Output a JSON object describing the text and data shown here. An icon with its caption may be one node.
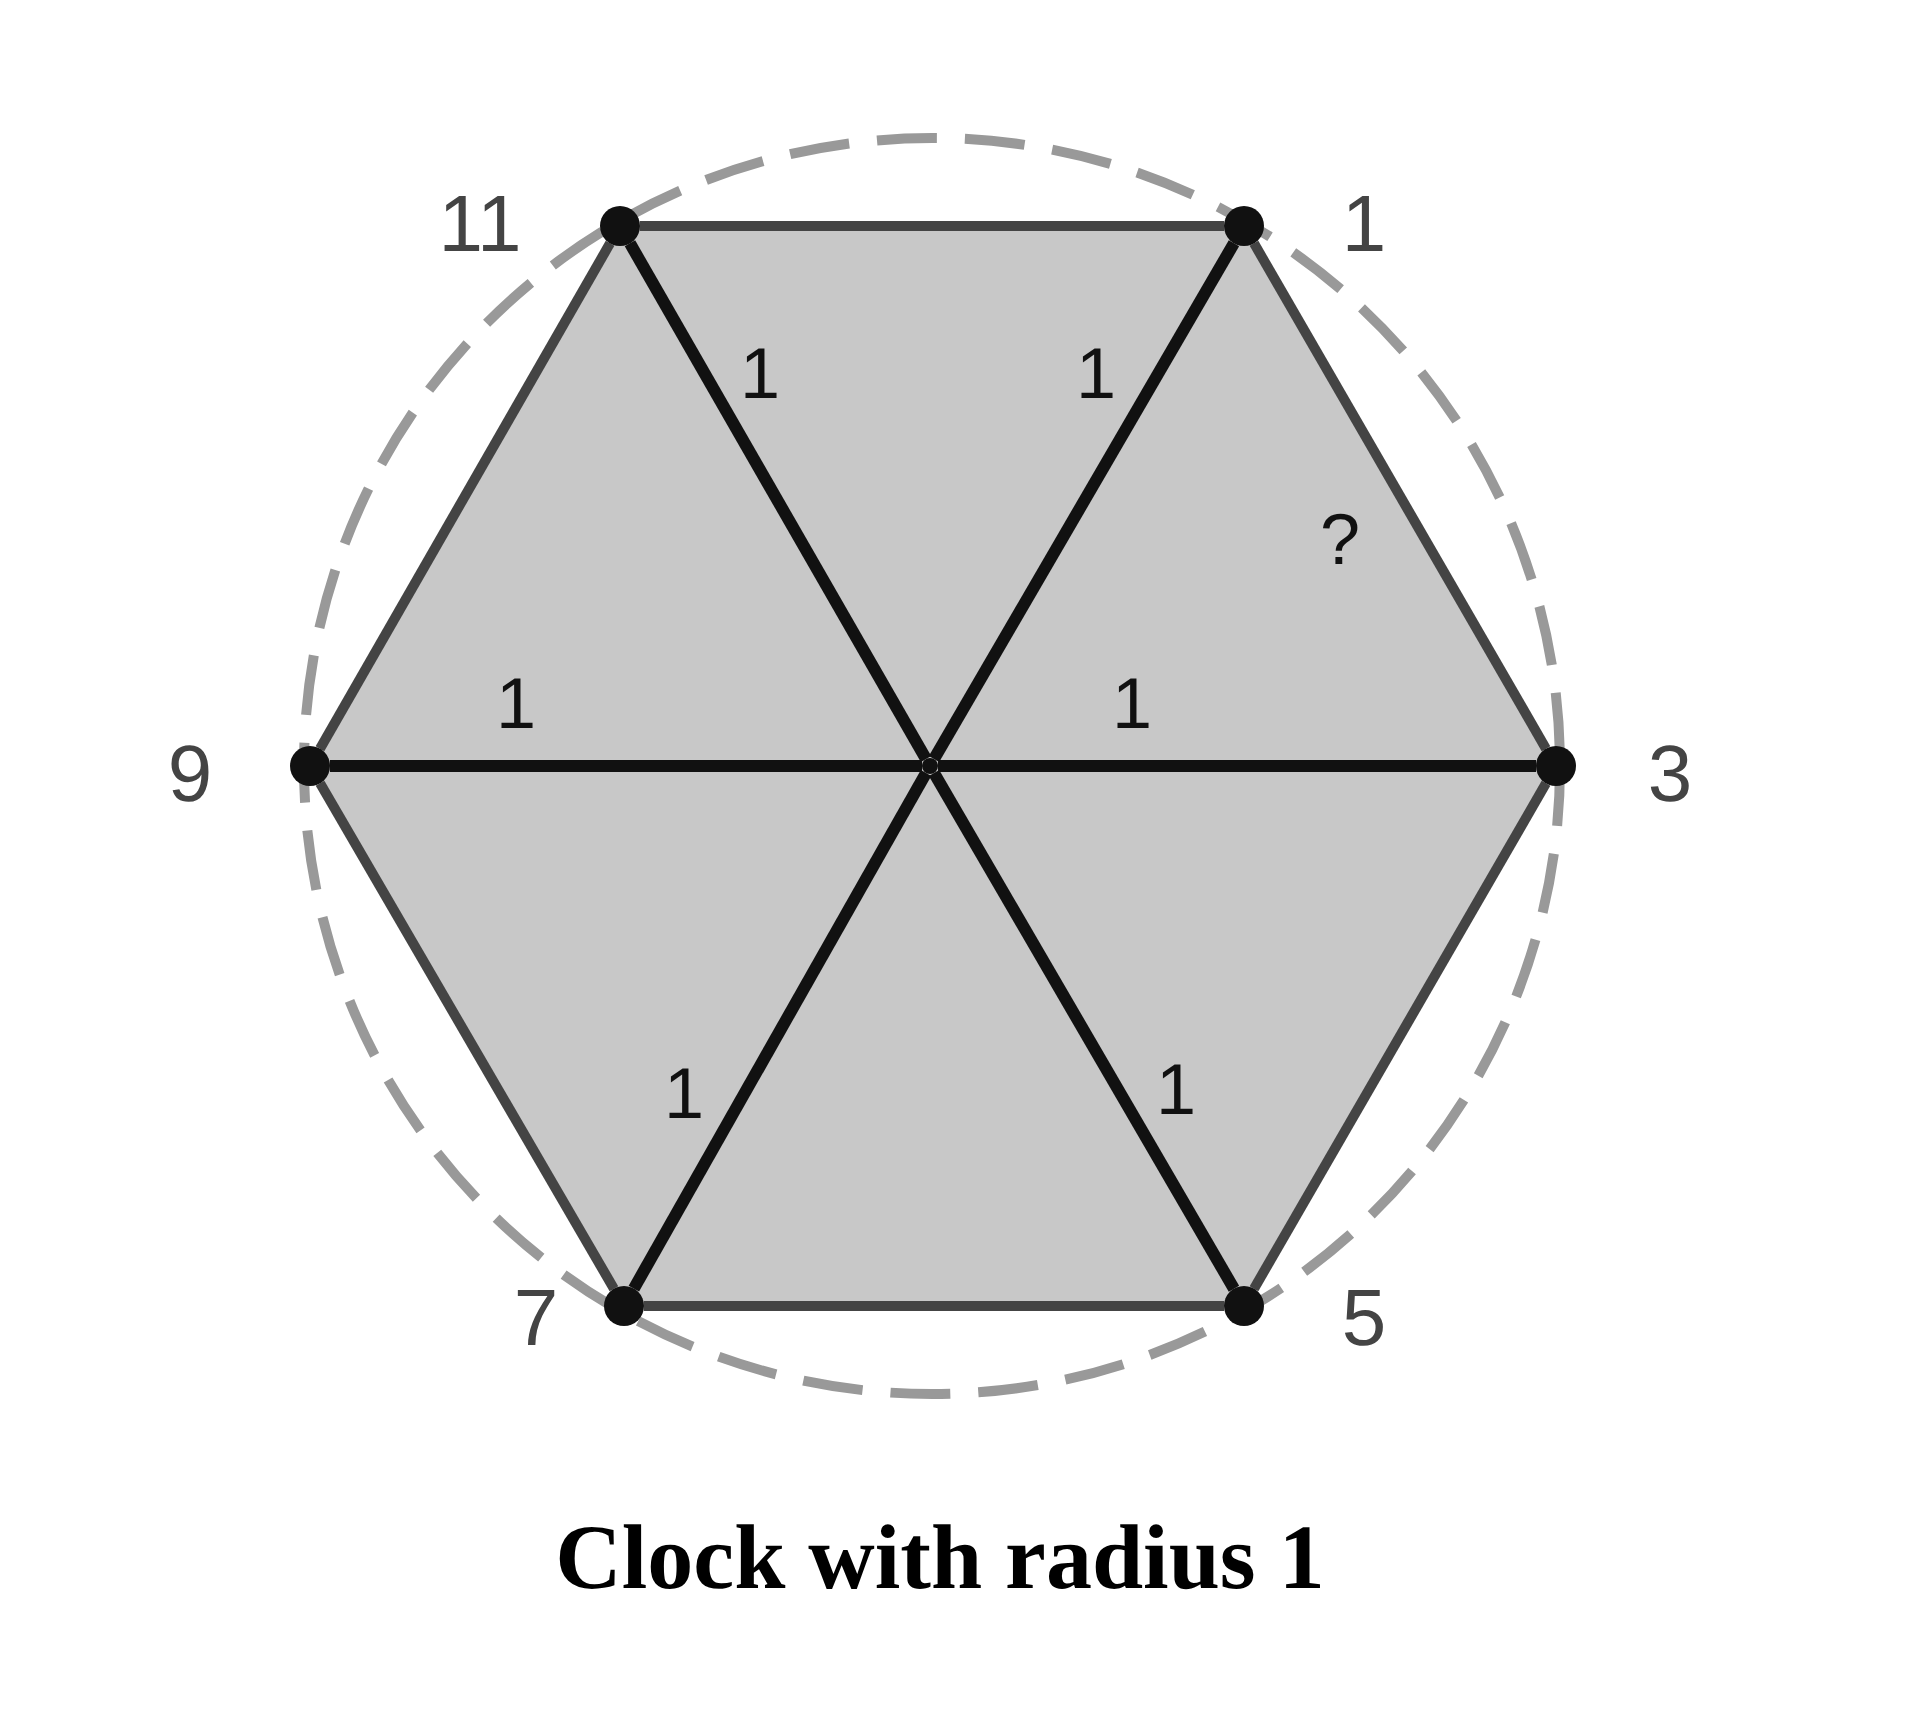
{
  "diagram": {
    "caption": "Clock with radius 1",
    "nodes": [
      {
        "text": [],
        "shape": "circle",
        "beside": [
          "11"
        ]
      },
      {
        "text": [],
        "shape": "circle",
        "beside": [
          "1"
        ]
      },
      {
        "text": [],
        "shape": "circle",
        "beside": [
          "9"
        ]
      },
      {
        "text": [],
        "shape": "circle"
      },
      {
        "text": [],
        "shape": "circle",
        "beside": [
          "3"
        ]
      },
      {
        "text": [],
        "shape": "circle",
        "beside": [
          "7"
        ]
      },
      {
        "text": [],
        "shape": "circle",
        "beside": [
          "5"
        ]
      }
    ],
    "edges": [
      {
        "from": 3,
        "to": 0,
        "arrow": "none",
        "label": "1"
      },
      {
        "from": 3,
        "to": 1,
        "arrow": "none",
        "label": "1"
      },
      {
        "from": 3,
        "to": 2,
        "arrow": "none",
        "label": "1"
      },
      {
        "from": 3,
        "to": 4,
        "arrow": "none",
        "label": "1"
      },
      {
        "from": 3,
        "to": 5,
        "arrow": "none",
        "label": "1"
      },
      {
        "from": 3,
        "to": 6,
        "arrow": "none",
        "label": "1"
      },
      {
        "from": 0,
        "to": 1,
        "arrow": "none",
        "color": "#444444"
      },
      {
        "from": 1,
        "to": 4,
        "arrow": "none",
        "label": "?",
        "color": "#444444"
      },
      {
        "from": 4,
        "to": 6,
        "arrow": "none",
        "color": "#444444"
      },
      {
        "from": 6,
        "to": 5,
        "arrow": "none",
        "color": "#444444"
      },
      {
        "from": 5,
        "to": 2,
        "arrow": "none",
        "color": "#444444"
      },
      {
        "from": 2,
        "to": 0,
        "arrow": "none",
        "color": "#444444"
      }
    ]
  }
}
